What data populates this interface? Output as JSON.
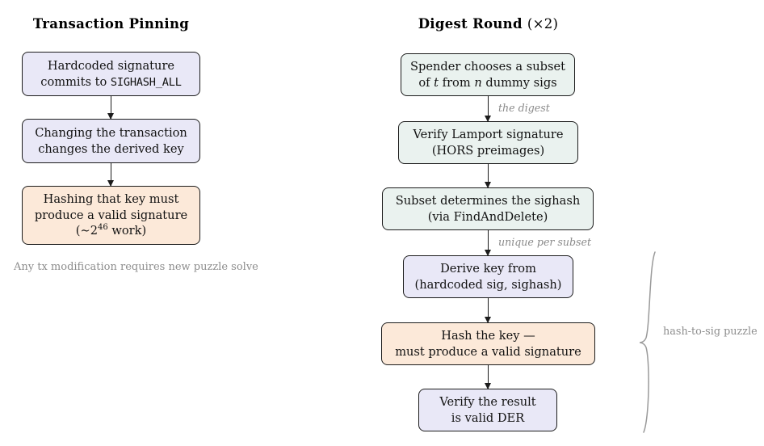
{
  "colors": {
    "lavender": "#e9e8f7",
    "peach": "#fce9d9",
    "mint": "#eaf2ef",
    "border": "#1c1c1c",
    "gray_text": "#8d8d8d",
    "background": "#ffffff"
  },
  "left_column": {
    "title": "Transaction Pinning",
    "nodes": [
      {
        "id": "hardcoded-signature",
        "line1": "Hardcoded signature",
        "line2_prefix": "commits to ",
        "line2_mono": "SIGHASH_ALL",
        "fill": "lavender"
      },
      {
        "id": "changing-transaction",
        "line1": "Changing the transaction",
        "line2": "changes the derived key",
        "fill": "lavender"
      },
      {
        "id": "hashing-that-key",
        "line1": "Hashing that key must",
        "line2": "produce a valid signature",
        "line3_prefix": "(∼2",
        "line3_sup": "46",
        "line3_suffix": " work)",
        "fill": "peach"
      }
    ],
    "caption_line1": "Any tx modification",
    "caption_line2": "requires new puzzle solve"
  },
  "right_column": {
    "title_bold": "Digest Round",
    "title_paren": "(×2)",
    "nodes": [
      {
        "id": "spender-chooses-subset",
        "line1": "Spender chooses a subset",
        "line2_a": "of ",
        "line2_var1": "t",
        "line2_b": " from ",
        "line2_var2": "n",
        "line2_c": " dummy sigs",
        "fill": "mint"
      },
      {
        "id": "verify-lamport-signature",
        "line1": "Verify Lamport signature",
        "line2": "(HORS preimages)",
        "fill": "mint"
      },
      {
        "id": "subset-determines-sighash",
        "line1": "Subset determines the sighash",
        "line2": "(via FindAndDelete)",
        "fill": "mint"
      },
      {
        "id": "derive-key",
        "line1": "Derive key from",
        "line2": "(hardcoded sig, sighash)",
        "fill": "lavender"
      },
      {
        "id": "hash-the-key",
        "line1": "Hash the key —",
        "line2": "must produce a valid signature",
        "fill": "peach"
      },
      {
        "id": "verify-der",
        "line1": "Verify the result",
        "line2": "is valid DER",
        "fill": "lavender"
      }
    ],
    "edge_labels": [
      {
        "id": "the-digest",
        "text": "the digest"
      },
      {
        "id": "unique-per-subset",
        "text": "unique per subset"
      }
    ],
    "brace_note_line1": "hash-to-sig",
    "brace_note_line2": "puzzle"
  }
}
